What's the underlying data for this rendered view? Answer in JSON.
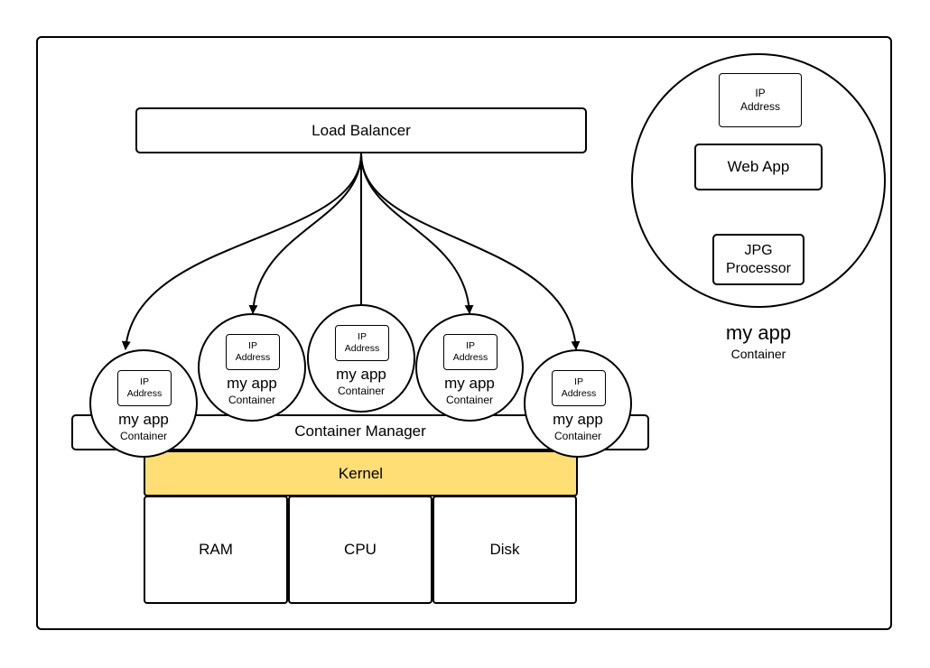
{
  "load_balancer": "Load Balancer",
  "container_manager": "Container Manager",
  "kernel": "Kernel",
  "hardware": [
    "RAM",
    "CPU",
    "Disk"
  ],
  "containers": [
    {
      "ip_line1": "IP",
      "ip_line2": "Address",
      "name": "my app",
      "sub": "Container"
    },
    {
      "ip_line1": "IP",
      "ip_line2": "Address",
      "name": "my app",
      "sub": "Container"
    },
    {
      "ip_line1": "IP",
      "ip_line2": "Address",
      "name": "my app",
      "sub": "Container"
    },
    {
      "ip_line1": "IP",
      "ip_line2": "Address",
      "name": "my app",
      "sub": "Container"
    },
    {
      "ip_line1": "IP",
      "ip_line2": "Address",
      "name": "my app",
      "sub": "Container"
    }
  ],
  "detail": {
    "ip_line1": "IP",
    "ip_line2": "Address",
    "web_app": "Web App",
    "jpg_line1": "JPG",
    "jpg_line2": "Processor",
    "name": "my app",
    "sub": "Container"
  },
  "colors": {
    "kernel": "#ffde75",
    "stroke": "#000000",
    "background": "#ffffff"
  }
}
